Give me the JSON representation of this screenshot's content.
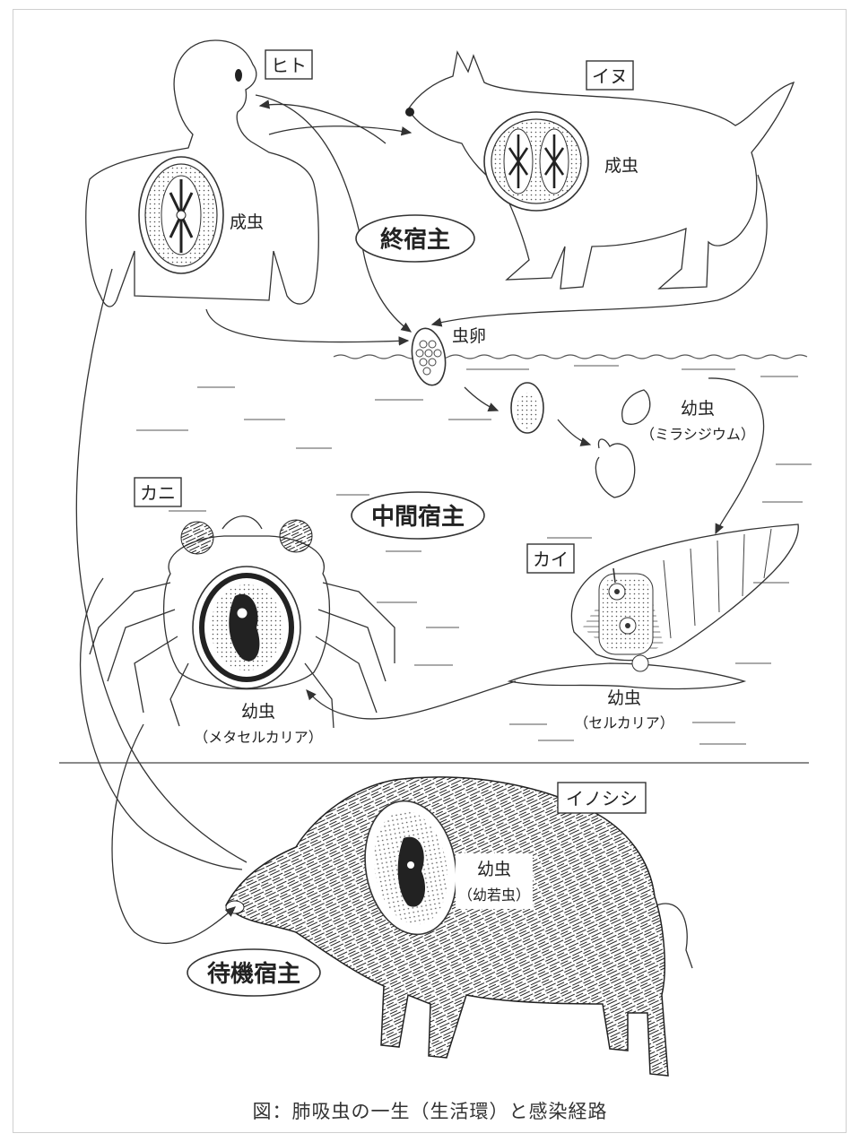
{
  "labels": {
    "human": "ヒト",
    "dog": "イヌ",
    "crab": "カニ",
    "snail": "カイ",
    "boar": "イノシシ"
  },
  "hosts": {
    "definitive": "終宿主",
    "intermediate": "中間宿主",
    "paratenic": "待機宿主"
  },
  "stages": {
    "adult_human": "成虫",
    "adult_dog": "成虫",
    "egg": "虫卵",
    "miracidium_main": "幼虫",
    "miracidium_sub": "（ミラシジウム）",
    "cercaria_main": "幼虫",
    "cercaria_sub": "（セルカリア）",
    "metacercaria_main": "幼虫",
    "metacercaria_sub": "（メタセルカリア）",
    "juvenile_main": "幼虫",
    "juvenile_sub": "（幼若虫）"
  },
  "caption": "図：肺吸虫の一生（生活環）と感染経路"
}
